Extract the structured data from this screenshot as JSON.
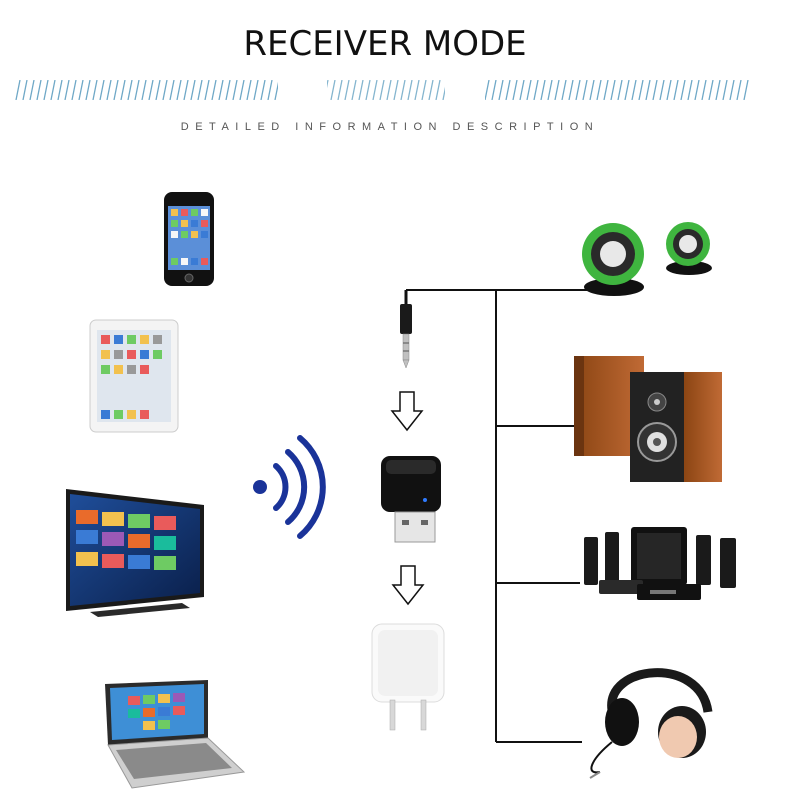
{
  "title": "RECEIVER MODE",
  "subtitle": "DETAILED INFORMATION DESCRIPTION",
  "colors": {
    "hatch": "#6fa8c7",
    "wifi_blue": "#1a3399",
    "speaker_green": "#3fb53f",
    "wood": "#a0522d",
    "line": "#111111"
  },
  "sources": [
    "smartphone",
    "tablet",
    "smart-tv",
    "laptop"
  ],
  "outputs": [
    "desktop-speakers",
    "bookshelf-speakers",
    "home-theater",
    "headphones"
  ]
}
